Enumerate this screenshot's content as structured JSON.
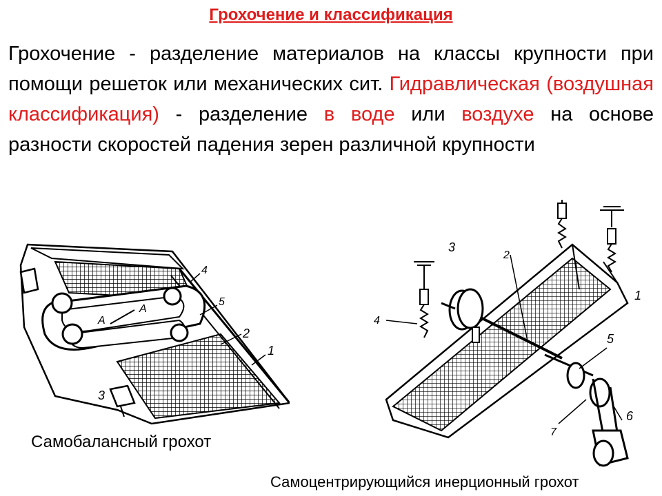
{
  "title": "Грохочение и классификация",
  "paragraph": {
    "p1": "Грохочение - разделение материалов на классы крупности при помощи решеток или механических сит.",
    "p2_red": "Гидравлическая (воздушная классификация)",
    "p3": " - разделение ",
    "p4_red": "в воде",
    "p5": " или ",
    "p6_red": "воздухе",
    "p7": " на основе разности скоростей падения зерен различной крупности"
  },
  "figures": {
    "left": {
      "caption": "Самобалансный грохот",
      "labels": [
        "1",
        "2",
        "3",
        "4",
        "5",
        "A",
        "A"
      ]
    },
    "right": {
      "caption": "Самоцентрирующийся инерционный грохот",
      "labels": [
        "1",
        "2",
        "3",
        "4",
        "5",
        "6",
        "7"
      ]
    }
  },
  "colors": {
    "accent": "#e01c1c",
    "text": "#000000",
    "background": "#ffffff"
  }
}
